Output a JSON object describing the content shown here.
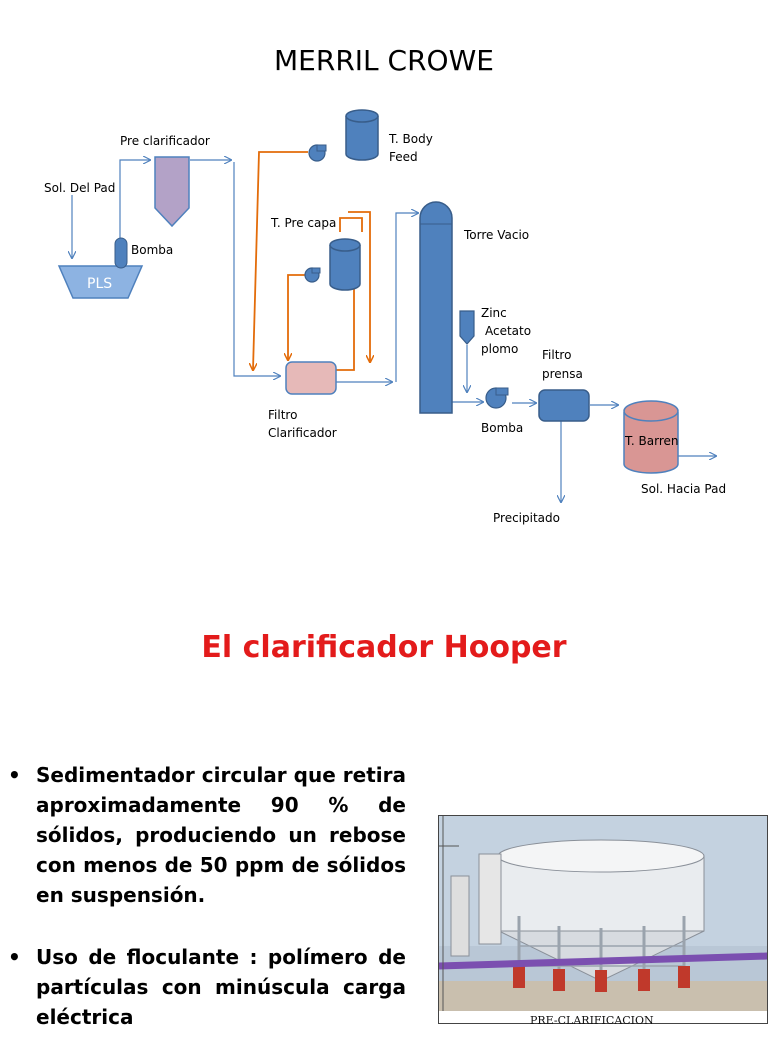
{
  "slide": {
    "title": "MERRIL CROWE"
  },
  "diagram": {
    "labels": {
      "sol_del_pad": "Sol. Del Pad",
      "pre_clarificador": "Pre clarificador",
      "bomba_1": "Bomba",
      "pls": "PLS",
      "t_body_feed_1": "T. Body",
      "t_body_feed_2": "Feed",
      "t_pre_capa": "T. Pre capa",
      "filtro_clarificador_1": "Filtro",
      "filtro_clarificador_2": "Clarificador",
      "torre_vacio": "Torre Vacio",
      "zinc_1": "Zinc",
      "zinc_2": "Acetato",
      "zinc_3": "plomo",
      "filtro_prensa_1": "Filtro",
      "filtro_prensa_2": "prensa",
      "bomba_2": "Bomba",
      "t_barren": "T. Barren",
      "sol_hacia_pad": "Sol. Hacia Pad",
      "precipitado": "Precipitado"
    },
    "colors": {
      "flow": "#4f81bd",
      "recycle": "#e36c0a",
      "equipment": "#4f81bd",
      "clarifier_fill": "#b3a2c7",
      "filter_fill": "#e6b9b8",
      "barren_fill": "#d99694"
    }
  },
  "section": {
    "title": "El clarificador Hooper",
    "bullets": [
      "Sedimentador circular que retira aproximadamente 90 % de sólidos, produciendo un rebose con menos de 50 ppm de sólidos en suspensión.",
      "Uso de floculante : polímero de partículas con minúscula carga eléctrica"
    ]
  },
  "photo": {
    "caption": "PRE-CLARIFICACION"
  }
}
